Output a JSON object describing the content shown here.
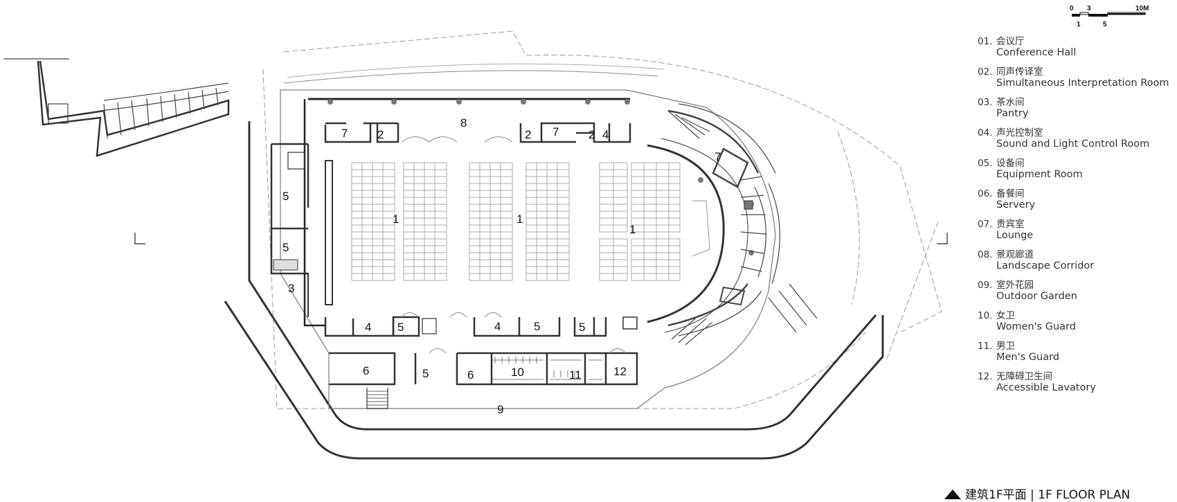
{
  "scale_bar": {
    "labels_top": [
      "0",
      "3",
      "10M"
    ],
    "labels_bottom": [
      "1",
      "5"
    ]
  },
  "rooms": [
    {
      "label": "8"
    },
    {
      "label": "7"
    },
    {
      "label": "2"
    },
    {
      "label": "2"
    },
    {
      "label": "7"
    },
    {
      "label": "2"
    },
    {
      "label": "4"
    },
    {
      "label": "7"
    },
    {
      "label": "5"
    },
    {
      "label": "5"
    },
    {
      "label": "3"
    },
    {
      "label": "1"
    },
    {
      "label": "1"
    },
    {
      "label": "1"
    },
    {
      "label": "4"
    },
    {
      "label": "5"
    },
    {
      "label": "4"
    },
    {
      "label": "5"
    },
    {
      "label": "5"
    },
    {
      "label": "6"
    },
    {
      "label": "5"
    },
    {
      "label": "6"
    },
    {
      "label": "10"
    },
    {
      "label": "11"
    },
    {
      "label": "12"
    },
    {
      "label": "9"
    }
  ],
  "legend": [
    {
      "num": "01.",
      "cn": "会议厅",
      "en": "Conference Hall"
    },
    {
      "num": "02.",
      "cn": "同声传译室",
      "en": "Simultaneous Interpretation Room"
    },
    {
      "num": "03.",
      "cn": "茶水间",
      "en": "Pantry"
    },
    {
      "num": "04.",
      "cn": "声光控制室",
      "en": "Sound and Light Control Room"
    },
    {
      "num": "05.",
      "cn": "设备间",
      "en": "Equipment Room"
    },
    {
      "num": "06.",
      "cn": "备餐间",
      "en": "Servery"
    },
    {
      "num": "07.",
      "cn": "贵宾室",
      "en": "Lounge"
    },
    {
      "num": "08.",
      "cn": "景观廊道",
      "en": "Landscape Corridor"
    },
    {
      "num": "09.",
      "cn": "室外花园",
      "en": "Outdoor Garden"
    },
    {
      "num": "10.",
      "cn": "女卫",
      "en": "Women's Guard"
    },
    {
      "num": "11.",
      "cn": "男卫",
      "en": "Men's Guard"
    },
    {
      "num": "12.",
      "cn": "无障碍卫生间",
      "en": "Accessible Lavatory"
    }
  ],
  "title": "建筑1F平面 | 1F FLOOR PLAN"
}
